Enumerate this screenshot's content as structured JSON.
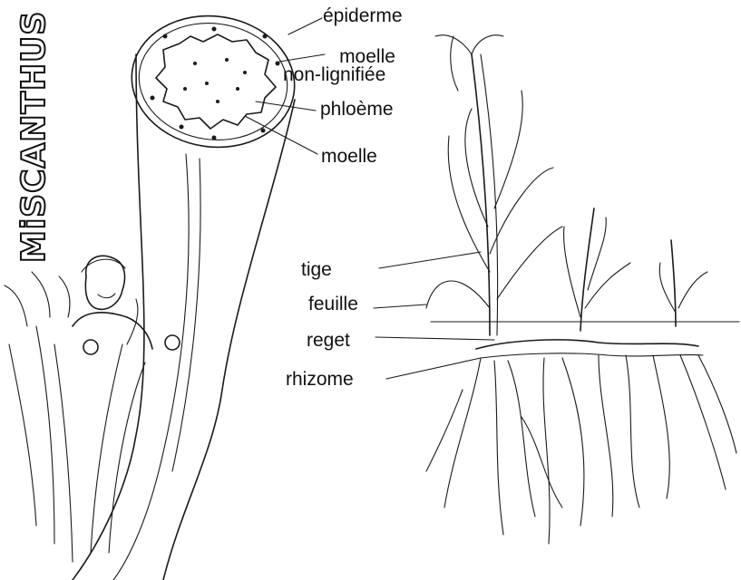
{
  "diagram": {
    "title": "MiSCANTHUS",
    "labels": {
      "epiderme": "épiderme",
      "moelle_nl_line1": "moelle",
      "moelle_nl_line2": "non-lignifiée",
      "phloeme": "phloème",
      "moelle": "moelle",
      "tige": "tige",
      "feuille": "feuille",
      "reget": "reget",
      "rhizome": "rhizome"
    },
    "colors": {
      "ink": "#1a1a1a",
      "background": "#ffffff"
    }
  }
}
